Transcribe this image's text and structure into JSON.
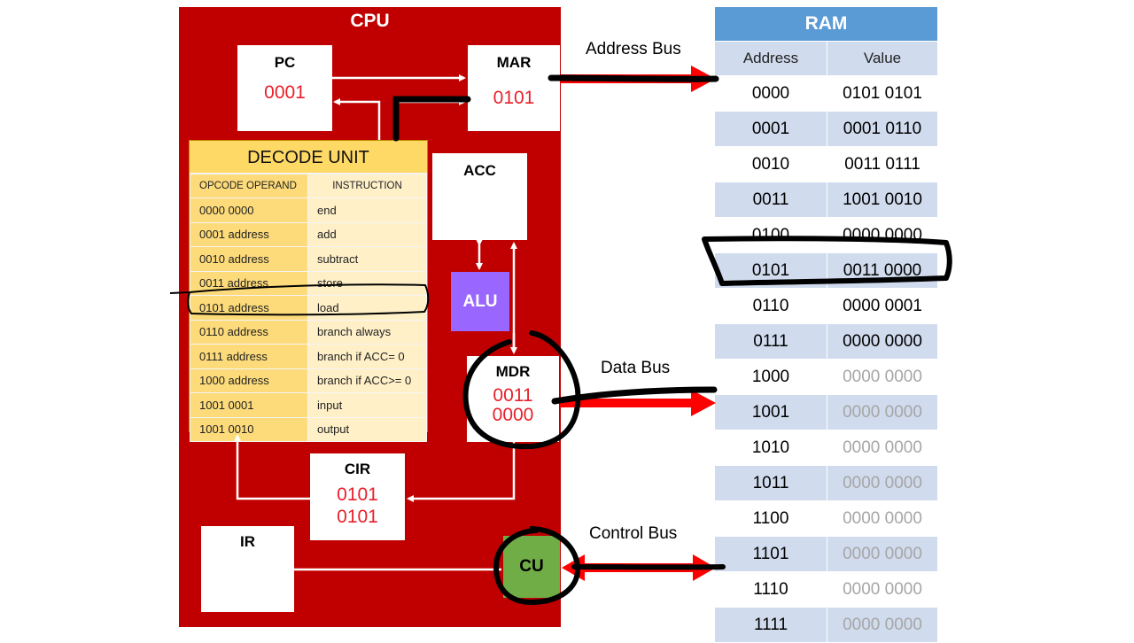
{
  "cpu": {
    "title": "CPU",
    "pc": {
      "label": "PC",
      "value": "0001"
    },
    "mar": {
      "label": "MAR",
      "value": "0101"
    },
    "acc": {
      "label": "ACC"
    },
    "alu": {
      "label": "ALU"
    },
    "mdr": {
      "label": "MDR",
      "value_line1": "0011",
      "value_line2": "0000"
    },
    "cir": {
      "label": "CIR",
      "value_line1": "0101",
      "value_line2": "0101"
    },
    "ir": {
      "label": "IR"
    },
    "cu": {
      "label": "CU"
    }
  },
  "decode_unit": {
    "title": "DECODE UNIT",
    "header": [
      "OPCODE OPERAND",
      "INSTRUCTION"
    ],
    "rows": [
      [
        "0000 0000",
        "end"
      ],
      [
        "0001 address",
        "add"
      ],
      [
        "0010 address",
        "subtract"
      ],
      [
        "0011 address",
        "store"
      ],
      [
        "0101 address",
        "load"
      ],
      [
        "0110 address",
        "branch always"
      ],
      [
        "0111 address",
        "branch if ACC= 0"
      ],
      [
        "1000 address",
        "branch if ACC>= 0"
      ],
      [
        "1001 0001",
        "input"
      ],
      [
        "1001 0010",
        "output"
      ]
    ],
    "highlighted_row": 4
  },
  "buses": {
    "address": "Address Bus",
    "data": "Data Bus",
    "control": "Control Bus"
  },
  "ram": {
    "title": "RAM",
    "columns": [
      "Address",
      "Value"
    ],
    "rows": [
      [
        "0000",
        "0101 0101"
      ],
      [
        "0001",
        "0001 0110"
      ],
      [
        "0010",
        "0011 0111"
      ],
      [
        "0011",
        "1001 0010"
      ],
      [
        "0100",
        "0000 0000"
      ],
      [
        "0101",
        "0011 0000"
      ],
      [
        "0110",
        "0000 0001"
      ],
      [
        "0111",
        "0000 0000"
      ],
      [
        "1000",
        "0000 0000"
      ],
      [
        "1001",
        "0000 0000"
      ],
      [
        "1010",
        "0000 0000"
      ],
      [
        "1011",
        "0000 0000"
      ],
      [
        "1100",
        "0000 0000"
      ],
      [
        "1101",
        "0000 0000"
      ],
      [
        "1110",
        "0000 0000"
      ],
      [
        "1111",
        "0000 0000"
      ]
    ],
    "greyed_from_row": 8,
    "highlighted_row": 5
  },
  "colors": {
    "cpu_background": "#c00000",
    "register_value": "#e8202a",
    "decode_unit": "#ffd966",
    "alu": "#9966ff",
    "cu": "#70ad47",
    "ram_header": "#5b9bd5",
    "ram_band": "#d0dbed",
    "bus_arrow": "#ff0000"
  }
}
